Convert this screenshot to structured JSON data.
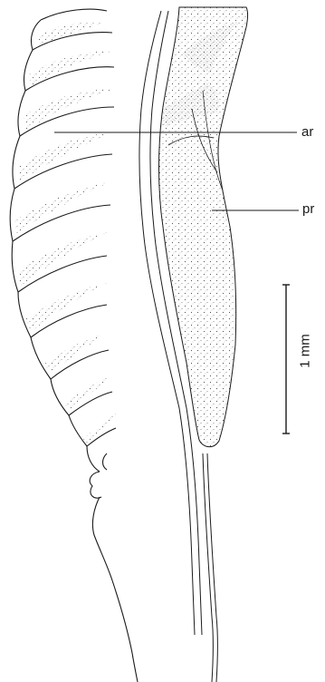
{
  "labels": {
    "ar": "ar",
    "pr": "pr",
    "scale": "1 mm"
  },
  "colors": {
    "background": "#ffffff",
    "ink": "#1a1a1a",
    "stipple": "#555555"
  }
}
